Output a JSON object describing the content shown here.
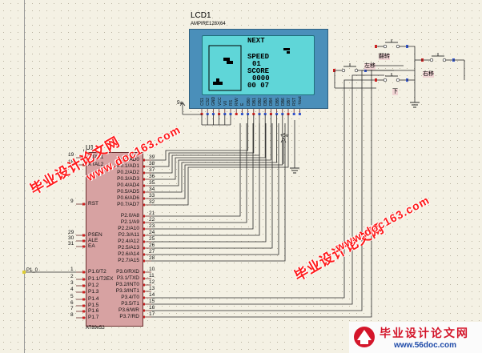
{
  "lcd": {
    "ref": "LCD1",
    "model": "AMPIRE128X64",
    "screen_lines": [
      "NEXT",
      "",
      "SPEED",
      "01",
      "SCORE",
      "0000",
      "00 07"
    ],
    "pins": [
      "CS1",
      "CS2",
      "GND",
      "VCC",
      "V0",
      "RS",
      "R/W",
      "E",
      "DB0",
      "DB1",
      "DB2",
      "DB3",
      "DB4",
      "DB5",
      "DB6",
      "DB7",
      "RST",
      "-Vout"
    ]
  },
  "mcu": {
    "ref": "U1",
    "model": "AT89x52",
    "left_pins": [
      {
        "num": "19",
        "name": "XTAL1"
      },
      {
        "num": "18",
        "name": "XTAL2"
      },
      {
        "num": "9",
        "name": "RST"
      },
      {
        "num": "29",
        "name": "PSEN"
      },
      {
        "num": "30",
        "name": "ALE"
      },
      {
        "num": "31",
        "name": "EA"
      },
      {
        "num": "1",
        "name": "P1.0/T2"
      },
      {
        "num": "2",
        "name": "P1.1/T2EX"
      },
      {
        "num": "3",
        "name": "P1.2"
      },
      {
        "num": "4",
        "name": "P1.3"
      },
      {
        "num": "5",
        "name": "P1.4"
      },
      {
        "num": "6",
        "name": "P1.5"
      },
      {
        "num": "7",
        "name": "P1.6"
      },
      {
        "num": "8",
        "name": "P1.7"
      }
    ],
    "right_pins": [
      {
        "num": "39",
        "name": "P0.0/AD0"
      },
      {
        "num": "38",
        "name": "P0.1/AD1"
      },
      {
        "num": "37",
        "name": "P0.2/AD2"
      },
      {
        "num": "36",
        "name": "P0.3/AD3"
      },
      {
        "num": "35",
        "name": "P0.4/AD4"
      },
      {
        "num": "34",
        "name": "P0.5/AD5"
      },
      {
        "num": "33",
        "name": "P0.6/AD6"
      },
      {
        "num": "32",
        "name": "P0.7/AD7"
      },
      {
        "num": "21",
        "name": "P2.0/A8"
      },
      {
        "num": "22",
        "name": "P2.1/A9"
      },
      {
        "num": "23",
        "name": "P2.2/A10"
      },
      {
        "num": "24",
        "name": "P2.3/A11"
      },
      {
        "num": "25",
        "name": "P2.4/A12"
      },
      {
        "num": "26",
        "name": "P2.5/A13"
      },
      {
        "num": "27",
        "name": "P2.6/A14"
      },
      {
        "num": "28",
        "name": "P2.7/A15"
      },
      {
        "num": "10",
        "name": "P3.0/RXD"
      },
      {
        "num": "11",
        "name": "P3.1/TXD"
      },
      {
        "num": "12",
        "name": "P3.2/INT0"
      },
      {
        "num": "13",
        "name": "P3.3/INT1"
      },
      {
        "num": "14",
        "name": "P3.4/T0"
      },
      {
        "num": "15",
        "name": "P3.5/T1"
      },
      {
        "num": "16",
        "name": "P3.6/WR"
      },
      {
        "num": "17",
        "name": "P3.7/RD"
      }
    ]
  },
  "net_labels": {
    "p10": "P1_0",
    "vcc_lcd": "5v",
    "vcc_mid": "+5v",
    "pin_u": "U"
  },
  "buttons": {
    "rotate": "翻转",
    "left": "左移",
    "right": "右移",
    "down": "下"
  },
  "watermarks": {
    "cn": "毕业设计论文网",
    "url": "www.doc163.com"
  },
  "logo": {
    "cn": "毕业设计论文网",
    "url": "www.56doc.com"
  }
}
